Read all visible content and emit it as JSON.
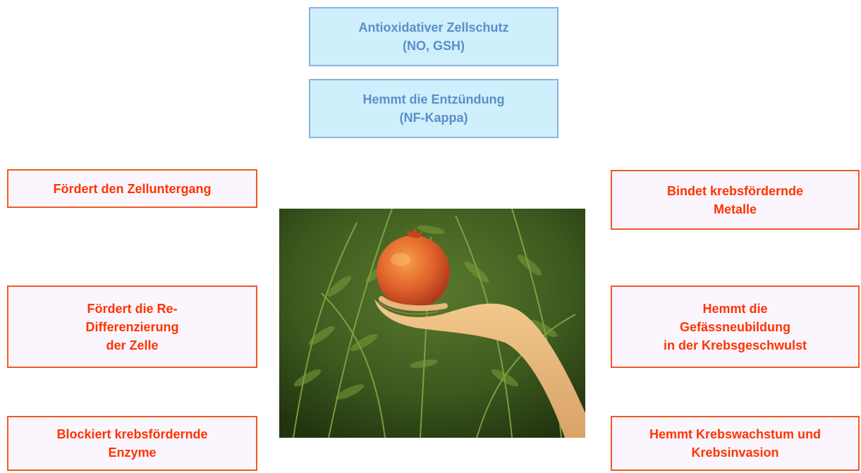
{
  "blue_boxes": [
    {
      "text": "Antioxidativer Zellschutz\n(NO, GSH)"
    },
    {
      "text": "Hemmt die Entzündung\n(NF-Kappa)"
    }
  ],
  "left_boxes": [
    {
      "text": "Fördert den Zelluntergang"
    },
    {
      "text": "Fördert die Re-\nDifferenzierung\nder Zelle"
    },
    {
      "text": "Blockiert krebsfördernde\nEnzyme"
    }
  ],
  "right_boxes": [
    {
      "text": "Bindet krebsfördernde\nMetalle"
    },
    {
      "text": "Hemmt die\nGefässneubildung\nin der Krebsgeschwulst"
    },
    {
      "text": "Hemmt Krebswachstum und\nKrebsinvasion"
    }
  ],
  "photo": {
    "icon": "pomegranate-in-hand-photo"
  },
  "colors": {
    "blue_text": "#5b8fc7",
    "blue_border": "#8ab4d9",
    "blue_fill": "#cfeffd",
    "red_text": "#ff3300",
    "red_border": "#ee5a26",
    "red_fill": "#fbf6fd"
  }
}
